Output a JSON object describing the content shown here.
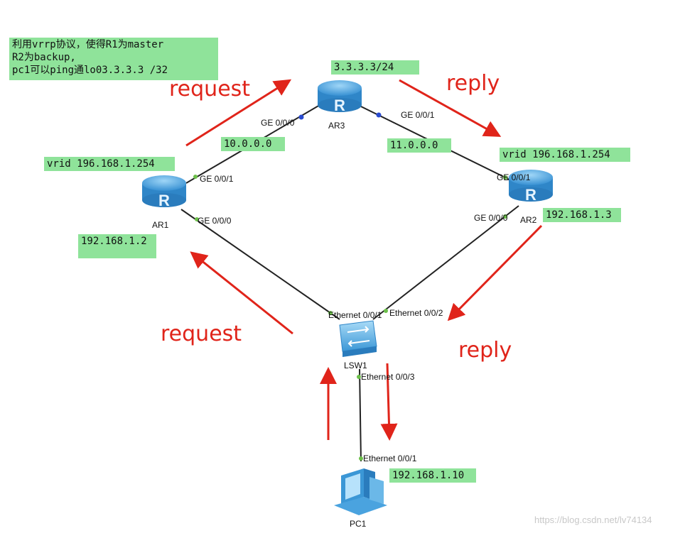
{
  "notes": {
    "task": "利用vrrp协议，使得R1为master\nR2为backup,\npc1可以ping通lo03.3.3.3 /32",
    "ar3_loopback": "3.3.3.3/24",
    "vrid_r1": "vrid 196.168.1.254",
    "vrid_r2": "vrid 196.168.1.254",
    "net_left": "10.0.0.0",
    "net_right": "11.0.0.0",
    "ip_r1": "192.168.1.2",
    "ip_r2": "192.168.1.3",
    "ip_pc": "192.168.1.10"
  },
  "devices": {
    "ar1": "AR1",
    "ar2": "AR2",
    "ar3": "AR3",
    "lsw1": "LSW1",
    "pc1": "PC1"
  },
  "ports": {
    "ar3_left": "GE 0/0/0",
    "ar3_right": "GE 0/0/1",
    "ar1_top": "GE 0/0/1",
    "ar1_bottom": "GE 0/0/0",
    "ar2_top": "GE 0/0/1",
    "ar2_bottom": "GE 0/0/0",
    "lsw_left": "Ethernet 0/0/1",
    "lsw_right": "Ethernet 0/0/2",
    "lsw_bottom": "Ethernet 0/0/3",
    "pc_top": "Ethernet 0/0/1"
  },
  "arrows": {
    "request_top": "request",
    "reply_top": "reply",
    "request_left": "request",
    "reply_right": "reply"
  },
  "watermark": "https://blog.csdn.net/lv74134",
  "colors": {
    "note_bg": "#8fe39a",
    "arrow": "#e0241a",
    "router": "#3c9ad8",
    "link": "#222222"
  }
}
